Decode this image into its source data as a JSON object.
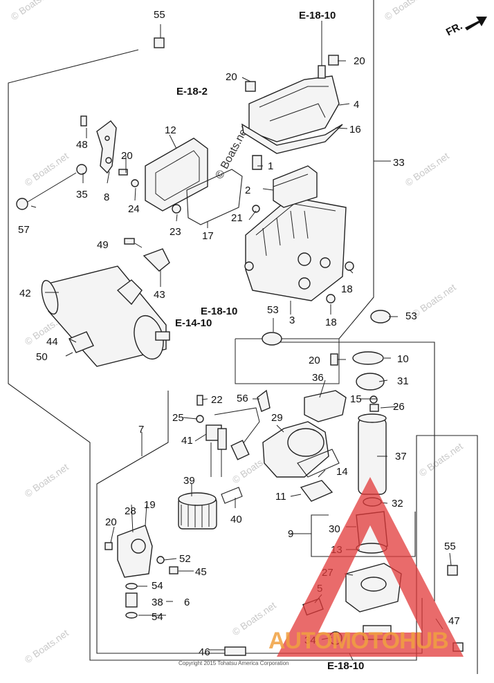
{
  "direction": {
    "label": "FR."
  },
  "refs": {
    "e18_top": "E-18-10",
    "e18_2": "E-18-2",
    "e18_mid": "E-18-10",
    "e14": "E-14-10",
    "e18_bottom": "E-18-10"
  },
  "part_numbers": [
    "55",
    "20",
    "20",
    "4",
    "16",
    "48",
    "12",
    "20",
    "1",
    "33",
    "35",
    "8",
    "24",
    "2",
    "57",
    "23",
    "17",
    "21",
    "49",
    "43",
    "3",
    "18",
    "42",
    "53",
    "18",
    "53",
    "44",
    "50",
    "10",
    "20",
    "36",
    "31",
    "22",
    "56",
    "15",
    "26",
    "25",
    "29",
    "7",
    "41",
    "37",
    "14",
    "39",
    "40",
    "11",
    "32",
    "28",
    "19",
    "20",
    "9",
    "30",
    "13",
    "52",
    "55",
    "45",
    "27",
    "54",
    "5",
    "38",
    "6",
    "54",
    "47",
    "34",
    "46"
  ],
  "watermark": {
    "text": "© Boats.net"
  },
  "logo": {
    "text": "AUTOMOTOHUB"
  },
  "copyright": "Copyright 2015 Tohatsu America Corporation"
}
